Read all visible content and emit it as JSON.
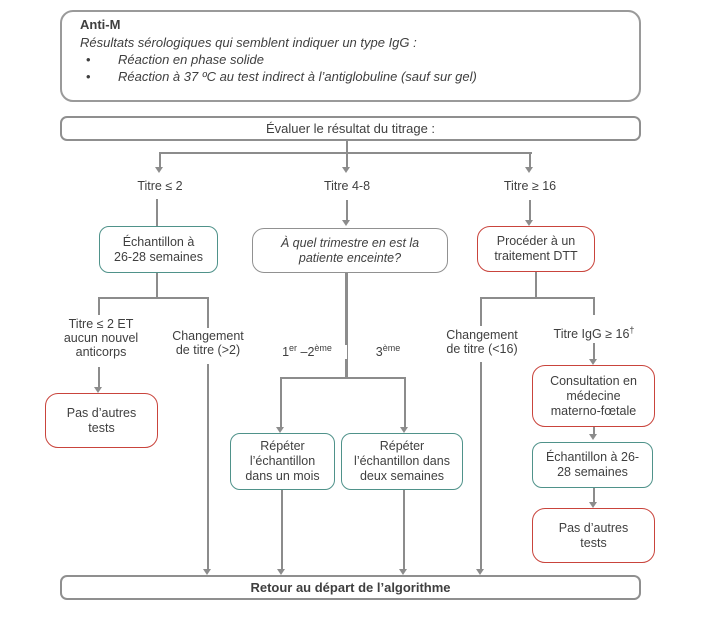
{
  "palette": {
    "teal": "#4f928a",
    "red": "#c9443c",
    "gray_border": "#9a9a9a",
    "line": "#8c8c8c",
    "text": "#3f3f3f"
  },
  "info_box": {
    "title": "Anti-M",
    "subtitle": "Résultats sérologiques qui semblent indiquer un type IgG :",
    "bullet_char": "•",
    "bullets": [
      "Réaction en phase solide",
      "Réaction à 37 ºC au test indirect à l’antiglobuline (sauf sur gel)"
    ]
  },
  "evaluate_box": {
    "label": "Évaluer le résultat du titrage :"
  },
  "branch_labels": {
    "low": "Titre ≤ 2",
    "mid": "Titre 4-8",
    "high": "Titre ≥ 16"
  },
  "nodes": {
    "sample_26_28_left": {
      "lines": [
        "Échantillon à",
        "26-28 semaines"
      ]
    },
    "trimester_question": {
      "lines": [
        "À quel trimestre en est la",
        "patiente enceinte?"
      ]
    },
    "dtt_treatment": {
      "lines": [
        "Procéder à un",
        "traitement DTT"
      ]
    },
    "no_further_tests_left": {
      "lines": [
        "Pas d’autres",
        "tests"
      ]
    },
    "repeat_one_month": {
      "lines": [
        "Répéter",
        "l’échantillon",
        "dans un mois"
      ]
    },
    "repeat_two_weeks": {
      "lines": [
        "Répéter",
        "l’échantillon dans",
        "deux semaines"
      ]
    },
    "mfm_consultation": {
      "lines": [
        "Consultation en",
        "médecine",
        "materno-fœtale"
      ]
    },
    "sample_26_28_right": {
      "lines": [
        "Échantillon à 26-",
        "28 semaines"
      ]
    },
    "no_further_tests_right": {
      "lines": [
        "Pas d’autres",
        "tests"
      ]
    }
  },
  "path_labels": {
    "titer_le2_no_new_ab": {
      "lines": [
        "Titre ≤ 2 ET",
        "aucun nouvel",
        "anticorps"
      ]
    },
    "titer_change_gt2": {
      "lines": [
        "Changement",
        "de titre (>2)"
      ]
    },
    "titer_change_lt16": {
      "lines": [
        "Changement",
        "de titre (<16)"
      ]
    },
    "trimester_1_2": {
      "b1": "1",
      "s1": "er",
      "b2": " –2",
      "s2": "ème"
    },
    "trimester_3": {
      "b": "3",
      "s": "ème"
    },
    "igg_ge_16": {
      "base": "Titre IgG ≥ 16",
      "sup": "†"
    }
  },
  "return_box": {
    "label": "Retour au départ de l’algorithme"
  }
}
